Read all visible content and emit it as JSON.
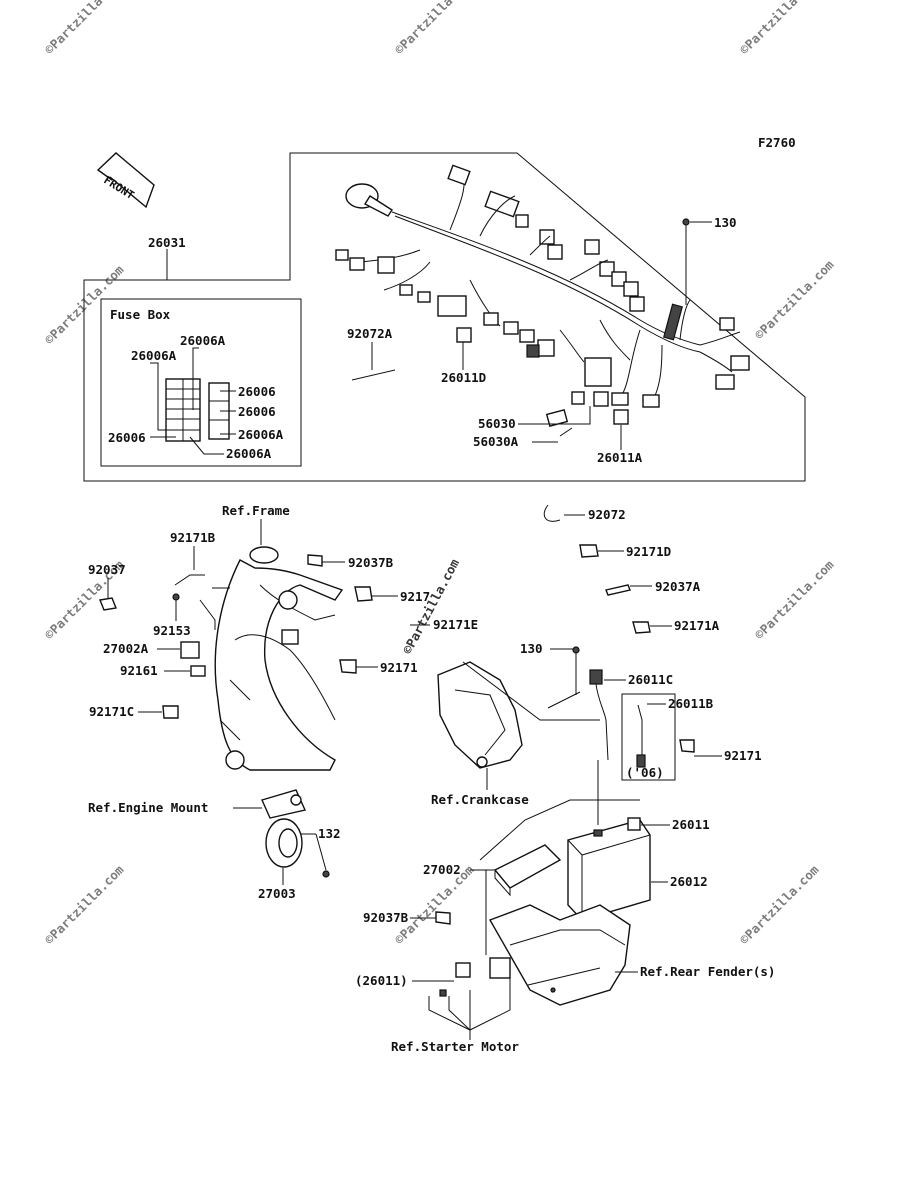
{
  "diagram": {
    "figure_code": "F2760",
    "front_label": "FRONT",
    "fuse_box_title": "Fuse Box",
    "parts": {
      "p26031": "26031",
      "p130_top": "130",
      "p92072A": "92072A",
      "p26011D": "26011D",
      "p56030": "56030",
      "p56030A": "56030A",
      "p26011A": "26011A",
      "fuse_26006A_1": "26006A",
      "fuse_26006A_2": "26006A",
      "fuse_26006_l": "26006",
      "fuse_26006_r1": "26006",
      "fuse_26006_r2": "26006",
      "fuse_26006A_r": "26006A",
      "fuse_26006A_b": "26006A",
      "p92072": "92072",
      "p92171D": "92171D",
      "p92037A": "92037A",
      "p92171A": "92171A",
      "p92171_top": "9217",
      "p92171E": "92171E",
      "p92171_mid": "92171",
      "p92037B_top": "92037B",
      "p92171B": "92171B",
      "p92037": "92037",
      "p92153": "92153",
      "p27002A": "27002A",
      "p92161": "92161",
      "p92171C": "92171C",
      "p130_mid": "130",
      "p26011C": "26011C",
      "p26011B": "26011B",
      "p06": "('06)",
      "p92171_right": "92171",
      "p26011": "26011",
      "p26012": "26012",
      "p27002": "27002",
      "p92037B_bot": "92037B",
      "p26011_paren": "(26011)",
      "p132": "132",
      "p27003": "27003"
    },
    "refs": {
      "frame": "Ref.Frame",
      "engine_mount": "Ref.Engine Mount",
      "crankcase": "Ref.Crankcase",
      "rear_fender": "Ref.Rear Fender(s)",
      "starter_motor": "Ref.Starter Motor"
    },
    "watermark": "©Partzilla.com"
  }
}
